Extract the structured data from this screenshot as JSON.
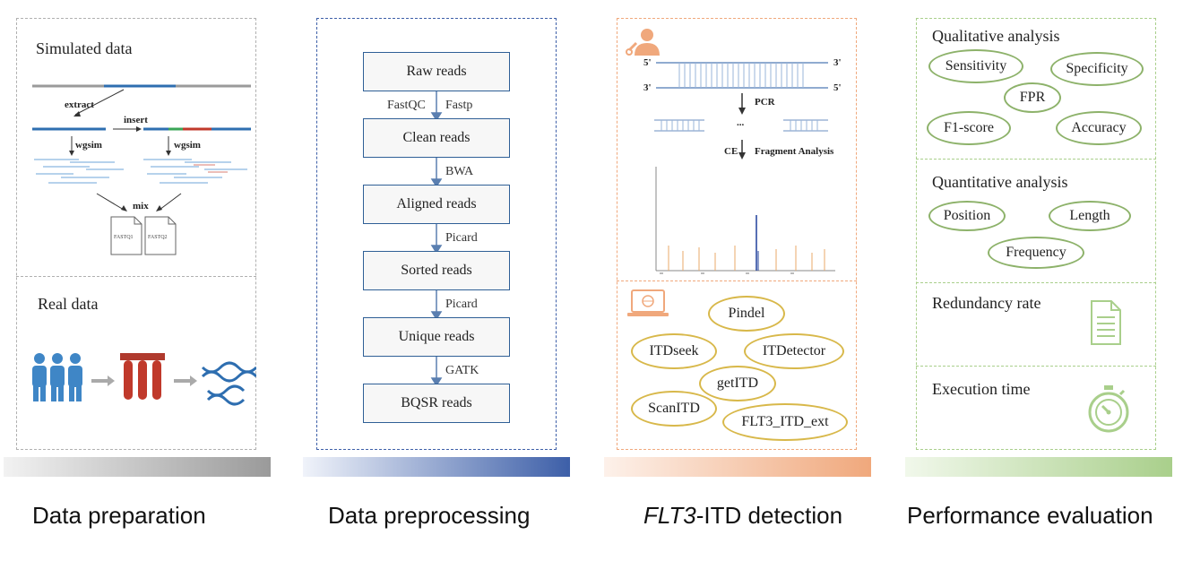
{
  "stages": [
    {
      "label_main": "Data preparation"
    },
    {
      "label_main": "Data preprocessing"
    },
    {
      "label_italic": "FLT3",
      "label_rest": "-ITD detection"
    },
    {
      "label_main": "Performance evaluation"
    }
  ],
  "preparation": {
    "simulated_title": "Simulated data",
    "real_title": "Real data",
    "extract": "extract",
    "insert": "insert",
    "wgsim_left": "wgsim",
    "wgsim_right": "wgsim",
    "mix": "mix",
    "fastq1": "FASTQ1",
    "fastq2": "FASTQ2"
  },
  "preprocessing": {
    "boxes": [
      "Raw reads",
      "Clean reads",
      "Aligned reads",
      "Sorted reads",
      "Unique reads",
      "BQSR reads"
    ],
    "tools": [
      "FastQC",
      "Fastp",
      "BWA",
      "Picard",
      "Picard",
      "GATK"
    ]
  },
  "detection": {
    "five_prime": "5'",
    "three_prime": "3'",
    "pcr": "PCR",
    "dots": "...",
    "ce": "CE",
    "fragment_analysis": "Fragment Analysis",
    "tools": [
      "Pindel",
      "ITDseek",
      "ITDetector",
      "getITD",
      "ScanITD",
      "FLT3_ITD_ext"
    ]
  },
  "evaluation": {
    "qualitative_title": "Qualitative analysis",
    "qualitative_items": [
      "Sensitivity",
      "Specificity",
      "FPR",
      "F1-score",
      "Accuracy"
    ],
    "quantitative_title": "Quantitative analysis",
    "quantitative_items": [
      "Position",
      "Length",
      "Frequency"
    ],
    "redundancy": "Redundancy rate",
    "execution": "Execution time"
  },
  "colors": {
    "prep": "#9a9a9a",
    "preprocess": "#3d5fa8",
    "detect": "#f0a87c",
    "eval": "#a9cf8b",
    "dna_blue": "#2e6eb0",
    "red": "#c0392b",
    "people_blue": "#3f86c6"
  }
}
